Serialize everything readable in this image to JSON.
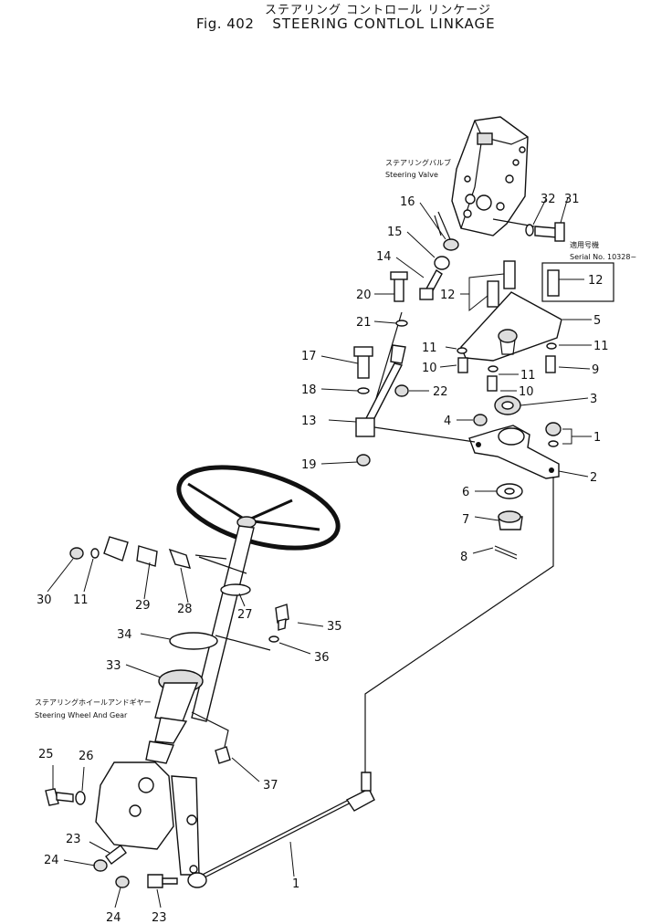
{
  "title": {
    "jp": "ステアリング コントロール リンケージ",
    "fig": "Fig. 402",
    "name": "STEERING CONTLOL LINKAGE"
  },
  "labels": {
    "steering_valve_jp": "ステアリングバルブ",
    "steering_valve_en": "Steering Valve",
    "serial_jp": "適用号機",
    "serial_en": "Serial No. 10328~",
    "wheel_gear_jp": "ステアリングホイールアンドギヤー",
    "wheel_gear_en": "Steering Wheel And Gear"
  },
  "callouts": {
    "c1": "1",
    "c2": "2",
    "c3": "3",
    "c4": "4",
    "c5": "5",
    "c6": "6",
    "c7": "7",
    "c8": "8",
    "c9": "9",
    "c10a": "10",
    "c10b": "10",
    "c11a": "11",
    "c11b": "11",
    "c11c": "11",
    "c11d": "11",
    "c12a": "12",
    "c12b": "12",
    "c13": "13",
    "c14": "14",
    "c15": "15",
    "c16": "16",
    "c17": "17",
    "c18": "18",
    "c19": "19",
    "c20": "20",
    "c21": "21",
    "c22": "22",
    "c23a": "23",
    "c23b": "23",
    "c24a": "24",
    "c24b": "24",
    "c25": "25",
    "c26": "26",
    "c27": "27",
    "c28": "28",
    "c29": "29",
    "c30": "30",
    "c31": "31",
    "c32": "32",
    "c33": "33",
    "c34": "34",
    "c35": "35",
    "c36": "36",
    "c37": "37",
    "c1b": "1"
  }
}
